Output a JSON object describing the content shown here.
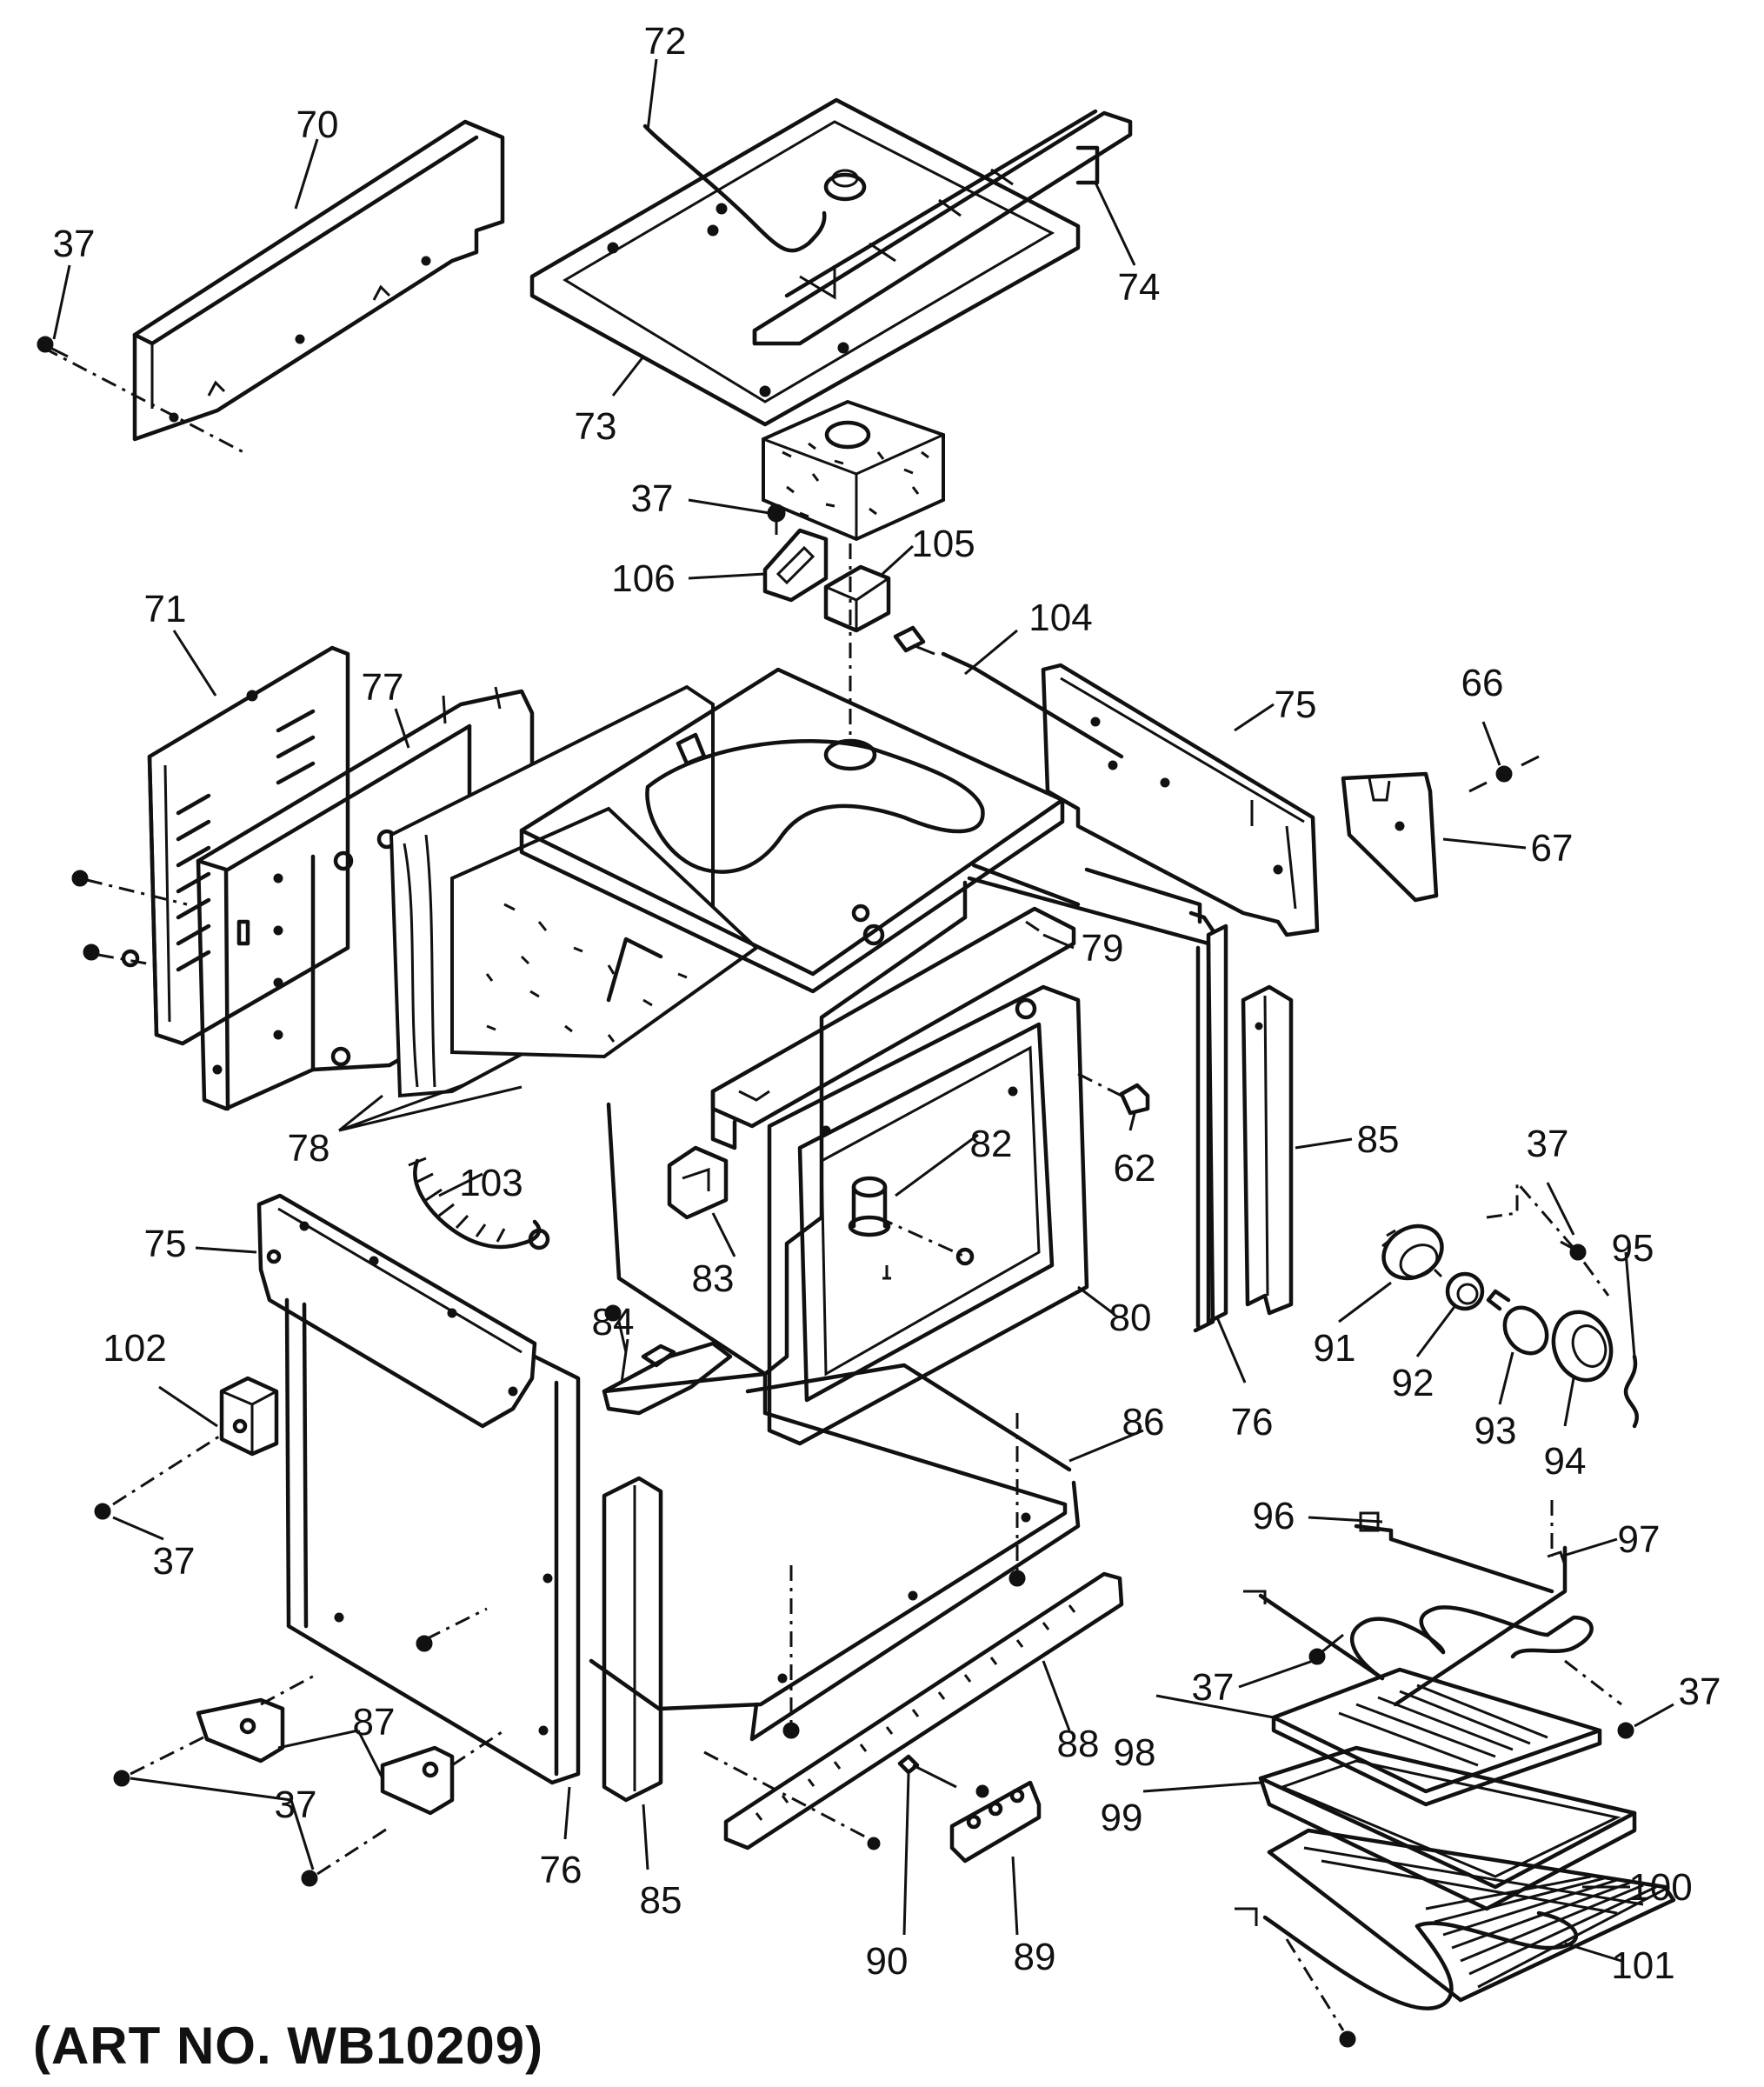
{
  "caption": "(ART NO. WB10209)",
  "callouts": [
    {
      "id": "c72",
      "text": "72"
    },
    {
      "id": "c70",
      "text": "70"
    },
    {
      "id": "c37a",
      "text": "37"
    },
    {
      "id": "c74",
      "text": "74"
    },
    {
      "id": "c73",
      "text": "73"
    },
    {
      "id": "c37b",
      "text": "37"
    },
    {
      "id": "c106",
      "text": "106"
    },
    {
      "id": "c105",
      "text": "105"
    },
    {
      "id": "c104",
      "text": "104"
    },
    {
      "id": "c71",
      "text": "71"
    },
    {
      "id": "c77",
      "text": "77"
    },
    {
      "id": "c75a",
      "text": "75"
    },
    {
      "id": "c66",
      "text": "66"
    },
    {
      "id": "c67",
      "text": "67"
    },
    {
      "id": "c79",
      "text": "79"
    },
    {
      "id": "c78",
      "text": "78"
    },
    {
      "id": "c82",
      "text": "82"
    },
    {
      "id": "c62",
      "text": "62"
    },
    {
      "id": "c85a",
      "text": "85"
    },
    {
      "id": "c103",
      "text": "103"
    },
    {
      "id": "c37c",
      "text": "37"
    },
    {
      "id": "c95",
      "text": "95"
    },
    {
      "id": "c75b",
      "text": "75"
    },
    {
      "id": "c83",
      "text": "83"
    },
    {
      "id": "c84",
      "text": "84"
    },
    {
      "id": "c80",
      "text": "80"
    },
    {
      "id": "c91",
      "text": "91"
    },
    {
      "id": "c92",
      "text": "92"
    },
    {
      "id": "c93",
      "text": "93"
    },
    {
      "id": "c94",
      "text": "94"
    },
    {
      "id": "c76a",
      "text": "76"
    },
    {
      "id": "c102",
      "text": "102"
    },
    {
      "id": "c86",
      "text": "86"
    },
    {
      "id": "c37d",
      "text": "37"
    },
    {
      "id": "c96",
      "text": "96"
    },
    {
      "id": "c97",
      "text": "97"
    },
    {
      "id": "c37e",
      "text": "37"
    },
    {
      "id": "c37f",
      "text": "37"
    },
    {
      "id": "c87",
      "text": "87"
    },
    {
      "id": "c88",
      "text": "88"
    },
    {
      "id": "c98",
      "text": "98"
    },
    {
      "id": "c99",
      "text": "99"
    },
    {
      "id": "c37g",
      "text": "37"
    },
    {
      "id": "c76b",
      "text": "76"
    },
    {
      "id": "c85b",
      "text": "85"
    },
    {
      "id": "c100",
      "text": "100"
    },
    {
      "id": "c90",
      "text": "90"
    },
    {
      "id": "c89",
      "text": "89"
    },
    {
      "id": "c101",
      "text": "101"
    }
  ]
}
